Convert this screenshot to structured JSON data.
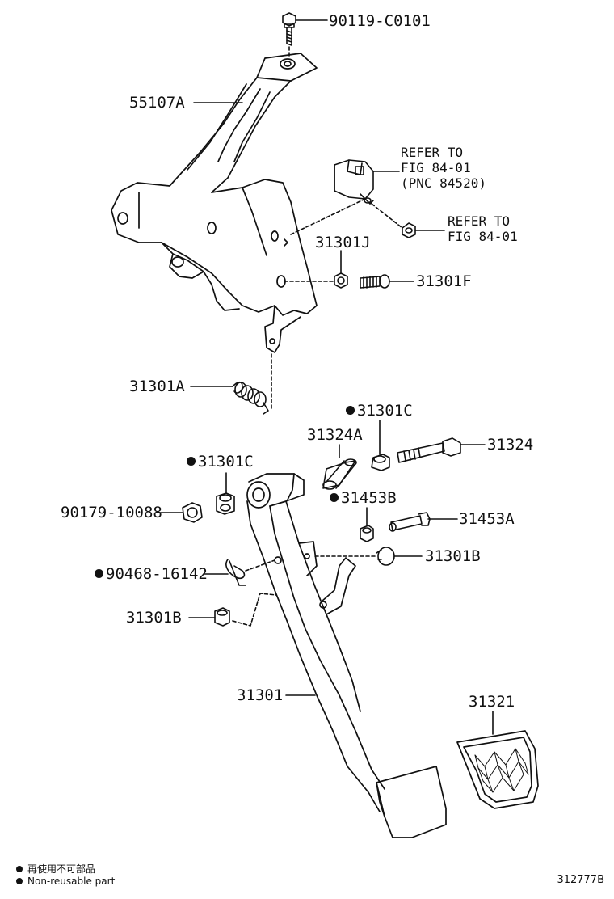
{
  "parts": {
    "p90119": "90119-C0101",
    "p55107a": "55107A",
    "p31301j": "31301J",
    "p31301f": "31301F",
    "p31301a": "31301A",
    "p31301c_top": "31301C",
    "p31324a": "31324A",
    "p31324": "31324",
    "p31301c_left": "31301C",
    "p90179": "90179-10088",
    "p31453b": "31453B",
    "p31453a": "31453A",
    "p90468": "90468-16142",
    "p31301b_right": "31301B",
    "p31301b_left": "31301B",
    "p31301": "31301",
    "p31321": "31321"
  },
  "refs": {
    "sensor": [
      "REFER TO",
      "FIG 84-01",
      "(PNC 84520)"
    ],
    "nut": [
      "REFER TO",
      "FIG 84-01"
    ]
  },
  "legend": {
    "line1": "再使用不可部品",
    "line2": "Non-reusable part"
  },
  "figure_number": "312777B"
}
